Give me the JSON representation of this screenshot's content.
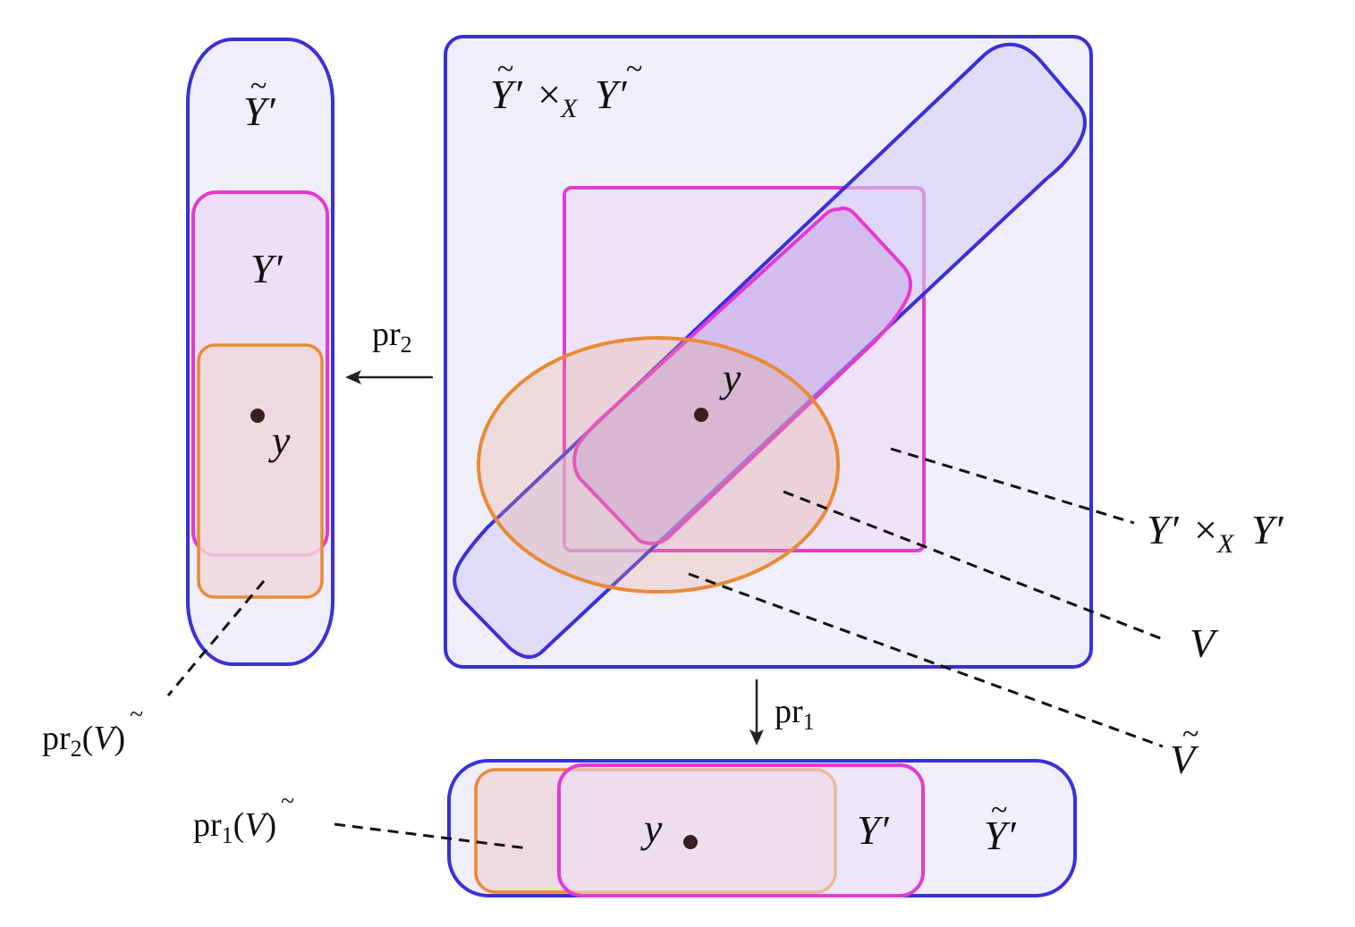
{
  "colors": {
    "blue": "#3a30d8",
    "blue_fill": "#f0eefb",
    "magenta": "#e23bce",
    "magenta_fill": "#ede0f6",
    "orange": "#e88a35",
    "orange_fill": "#efd7dd",
    "point": "#3a2020"
  },
  "labels": {
    "top_right_title": {
      "Y": "Y",
      "tilde": "~",
      "prime": "′",
      "times": "×",
      "sub": "X"
    },
    "left_Ytilde": {
      "Y": "Y",
      "tilde": "~",
      "prime": "′"
    },
    "left_Yprime": {
      "Y": "Y",
      "prime": "′"
    },
    "left_y": "y",
    "center_y": "y",
    "bottom_y": "y",
    "bottom_Yprime": {
      "Y": "Y",
      "prime": "′"
    },
    "bottom_Ytilde": {
      "Y": "Y",
      "tilde": "~",
      "prime": "′"
    },
    "pr2_arrow": {
      "pr": "pr",
      "sub": "2"
    },
    "pr1_arrow": {
      "pr": "pr",
      "sub": "1"
    },
    "pr2_V": {
      "pr": "pr",
      "sub": "2",
      "open": "(",
      "V": "V",
      "tilde": "~",
      "close": ")"
    },
    "pr1_V": {
      "pr": "pr",
      "sub": "1",
      "open": "(",
      "V": "V",
      "tilde": "~",
      "close": ")"
    },
    "YxY_label": {
      "Y": "Y",
      "prime": "′",
      "times": "×",
      "sub": "X"
    },
    "V_label": "V",
    "Vtilde_label": {
      "V": "V",
      "tilde": "~"
    }
  }
}
